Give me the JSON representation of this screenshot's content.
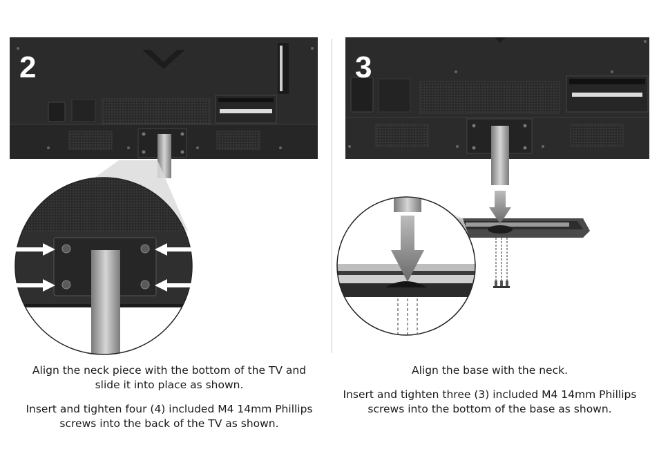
{
  "steps": [
    {
      "number": "2",
      "paragraphs": [
        "Align the neck piece with the bottom of the TV and slide it into place as shown.",
        "Insert and tighten four (4) included M4 14mm Phillips screws into the back of the TV as shown."
      ]
    },
    {
      "number": "3",
      "paragraphs": [
        "Align the base with the neck.",
        "Insert and tighten three (3) included M4 14mm Phillips screws into the bottom of the base as shown."
      ]
    }
  ],
  "colors": {
    "tv_body": "#2b2b2b",
    "tv_vent": "#3a3a3a",
    "neck_metal": "#a8a8a8",
    "arrow_gray": "#8a8a8a",
    "text": "#1a1a1a"
  }
}
